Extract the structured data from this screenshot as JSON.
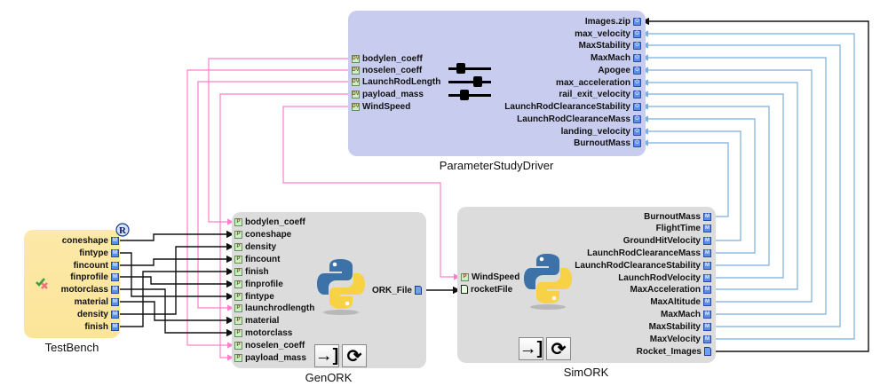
{
  "blocks": {
    "driver": {
      "name": "ParameterStudyDriver",
      "inputs": [
        "bodylen_coeff",
        "noselen_coeff",
        "LaunchRodLength",
        "payload_mass",
        "WindSpeed"
      ],
      "outputs": [
        "Images.zip",
        "max_velocity",
        "MaxStability",
        "MaxMach",
        "Apogee",
        "max_acceleration",
        "rail_exit_velocity",
        "LaunchRodClearanceStability",
        "LaunchRodClearanceMass",
        "landing_velocity",
        "BurnoutMass"
      ],
      "input_port_glyph": "DV",
      "output_port_glyph": "O",
      "icon": "sliders-icon"
    },
    "testbench": {
      "name": "TestBench",
      "outputs": [
        "coneshape",
        "fintype",
        "fincount",
        "finprofile",
        "motorclass",
        "material",
        "density",
        "finish"
      ],
      "port_glyph": "M",
      "badge": "R",
      "icon": "check-cross-icon"
    },
    "genork": {
      "name": "GenORK",
      "inputs": [
        "bodylen_coeff",
        "coneshape",
        "density",
        "fincount",
        "finish",
        "finprofile",
        "fintype",
        "launchrodlength",
        "material",
        "motorclass",
        "noselen_coeff",
        "payload_mass"
      ],
      "outputs": [
        "ORK_File"
      ],
      "port_glyph": "P",
      "icon": "python-logo-icon",
      "buttons": [
        "→]",
        "⟳"
      ]
    },
    "simork": {
      "name": "SimORK",
      "inputs": [
        "WindSpeed",
        "rocketFile"
      ],
      "outputs": [
        "BurnoutMass",
        "FlightTime",
        "GroundHitVelocity",
        "LaunchRodClearanceMass",
        "LaunchRodClearanceStability",
        "LaunchRodVelocity",
        "MaxAcceleration",
        "MaxAltitude",
        "MaxMach",
        "MaxStability",
        "MaxVelocity",
        "Rocket_Images"
      ],
      "port_glyph": "M",
      "icon": "python-logo-icon",
      "buttons": [
        "→]",
        "⟳"
      ]
    }
  },
  "colors": {
    "driver_bg": "#c8cdf0",
    "testbench_bg": "#fde9a8",
    "component_bg": "#dcdcdc",
    "wire_param": "#ff80c8",
    "wire_metric": "#7aaee0",
    "wire_direct": "#111111"
  },
  "connections": [
    {
      "from": "ParameterStudyDriver.bodylen_coeff",
      "to": "GenORK.bodylen_coeff",
      "kind": "param"
    },
    {
      "from": "ParameterStudyDriver.noselen_coeff",
      "to": "GenORK.noselen_coeff",
      "kind": "param"
    },
    {
      "from": "ParameterStudyDriver.LaunchRodLength",
      "to": "GenORK.launchrodlength",
      "kind": "param"
    },
    {
      "from": "ParameterStudyDriver.payload_mass",
      "to": "GenORK.payload_mass",
      "kind": "param"
    },
    {
      "from": "ParameterStudyDriver.WindSpeed",
      "to": "SimORK.WindSpeed",
      "kind": "param"
    },
    {
      "from": "TestBench.coneshape",
      "to": "GenORK.coneshape",
      "kind": "direct"
    },
    {
      "from": "TestBench.fintype",
      "to": "GenORK.fintype",
      "kind": "direct"
    },
    {
      "from": "TestBench.fincount",
      "to": "GenORK.fincount",
      "kind": "direct"
    },
    {
      "from": "TestBench.finprofile",
      "to": "GenORK.finprofile",
      "kind": "direct"
    },
    {
      "from": "TestBench.motorclass",
      "to": "GenORK.motorclass",
      "kind": "direct"
    },
    {
      "from": "TestBench.material",
      "to": "GenORK.material",
      "kind": "direct"
    },
    {
      "from": "TestBench.density",
      "to": "GenORK.density",
      "kind": "direct"
    },
    {
      "from": "TestBench.finish",
      "to": "GenORK.finish",
      "kind": "direct"
    },
    {
      "from": "GenORK.ORK_File",
      "to": "SimORK.rocketFile",
      "kind": "direct"
    },
    {
      "from": "SimORK.Rocket_Images",
      "to": "ParameterStudyDriver.Images.zip",
      "kind": "direct"
    },
    {
      "from": "SimORK.MaxVelocity",
      "to": "ParameterStudyDriver.max_velocity",
      "kind": "metric"
    },
    {
      "from": "SimORK.MaxStability",
      "to": "ParameterStudyDriver.MaxStability",
      "kind": "metric"
    },
    {
      "from": "SimORK.MaxMach",
      "to": "ParameterStudyDriver.MaxMach",
      "kind": "metric"
    },
    {
      "from": "SimORK.MaxAltitude",
      "to": "ParameterStudyDriver.Apogee",
      "kind": "metric"
    },
    {
      "from": "SimORK.MaxAcceleration",
      "to": "ParameterStudyDriver.max_acceleration",
      "kind": "metric"
    },
    {
      "from": "SimORK.LaunchRodVelocity",
      "to": "ParameterStudyDriver.rail_exit_velocity",
      "kind": "metric"
    },
    {
      "from": "SimORK.LaunchRodClearanceStability",
      "to": "ParameterStudyDriver.LaunchRodClearanceStability",
      "kind": "metric"
    },
    {
      "from": "SimORK.LaunchRodClearanceMass",
      "to": "ParameterStudyDriver.LaunchRodClearanceMass",
      "kind": "metric"
    },
    {
      "from": "SimORK.GroundHitVelocity",
      "to": "ParameterStudyDriver.landing_velocity",
      "kind": "metric"
    },
    {
      "from": "SimORK.BurnoutMass",
      "to": "ParameterStudyDriver.BurnoutMass",
      "kind": "metric"
    }
  ]
}
